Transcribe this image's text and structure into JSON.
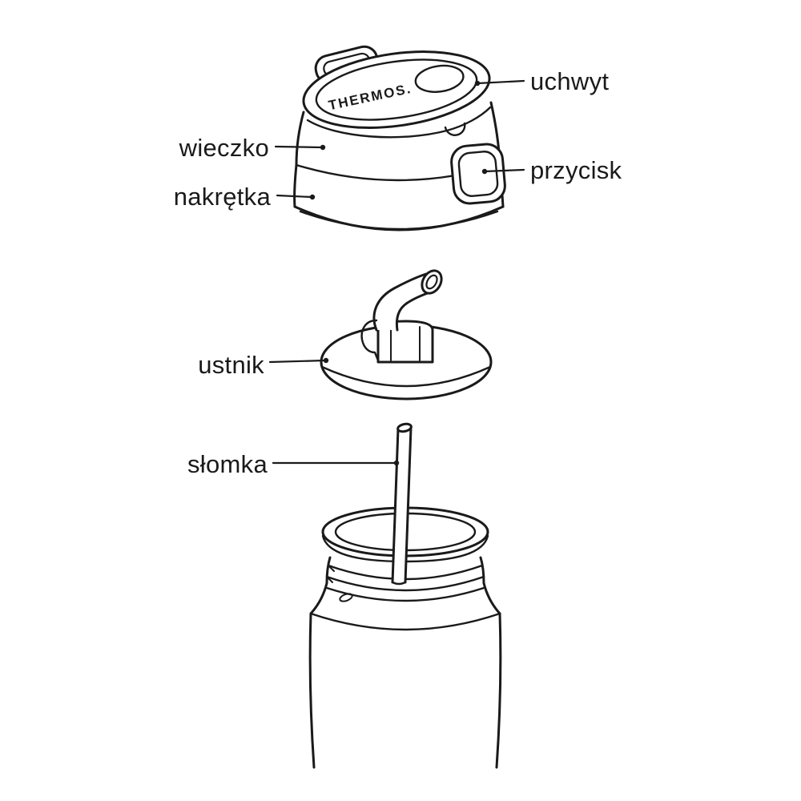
{
  "page": {
    "background": "#ffffff",
    "ink": "#1a1a1a",
    "description": "Exploded line diagram of a Thermos straw bottle with Polish part labels"
  },
  "brand": {
    "logo_text": "THERMOS."
  },
  "diagram": {
    "labels": [
      {
        "id": "uchwyt",
        "text": "uchwyt",
        "side": "right",
        "points_to": "lid carry handle area"
      },
      {
        "id": "wieczko",
        "text": "wieczko",
        "side": "left",
        "points_to": "upper lid shell"
      },
      {
        "id": "przycisk",
        "text": "przycisk",
        "side": "right",
        "points_to": "side push button"
      },
      {
        "id": "nakretka",
        "text": "nakrętka",
        "side": "left",
        "points_to": "lower screw cap ring"
      },
      {
        "id": "ustnik",
        "text": "ustnik",
        "side": "left",
        "points_to": "mouthpiece disc"
      },
      {
        "id": "slomka",
        "text": "słomka",
        "side": "left",
        "points_to": "straw tube"
      }
    ]
  }
}
